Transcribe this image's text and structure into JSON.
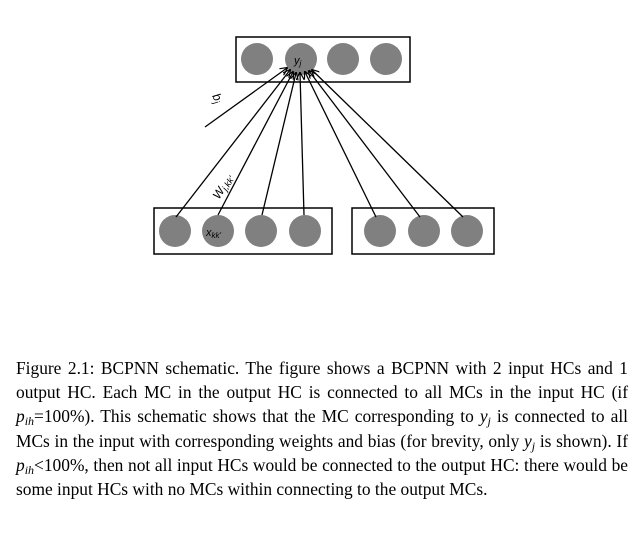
{
  "diagram": {
    "output_label": "yj",
    "bias_label": "bj",
    "weight_label": "Wj,kk'",
    "input_label": "xkk'",
    "output_hc_units": 4,
    "input_hc1_units": 4,
    "input_hc2_units": 3
  },
  "caption": {
    "part1": "Figure 2.1: BCPNN schematic. The figure shows a BCPNN with 2 input HCs and 1 output HC. Each MC in the output HC is connected to all MCs in the input HC (if ",
    "p_var": "p",
    "p_sub": "ih",
    "part2": "=100%). This schematic shows that the MC corresponding to ",
    "y_var": "y",
    "y_sub": "j",
    "part3": " is connected to all MCs in the input with corresponding weights and bias (for brevity, only ",
    "y_var2": "y",
    "y_sub2": "j",
    "part4": " is shown). If ",
    "p_var2": "p",
    "p_sub2": "ih",
    "part5": "<100%, then not all input HCs would be connected to the output HC: there would be some input HCs with no MCs within connecting to the output MCs."
  }
}
